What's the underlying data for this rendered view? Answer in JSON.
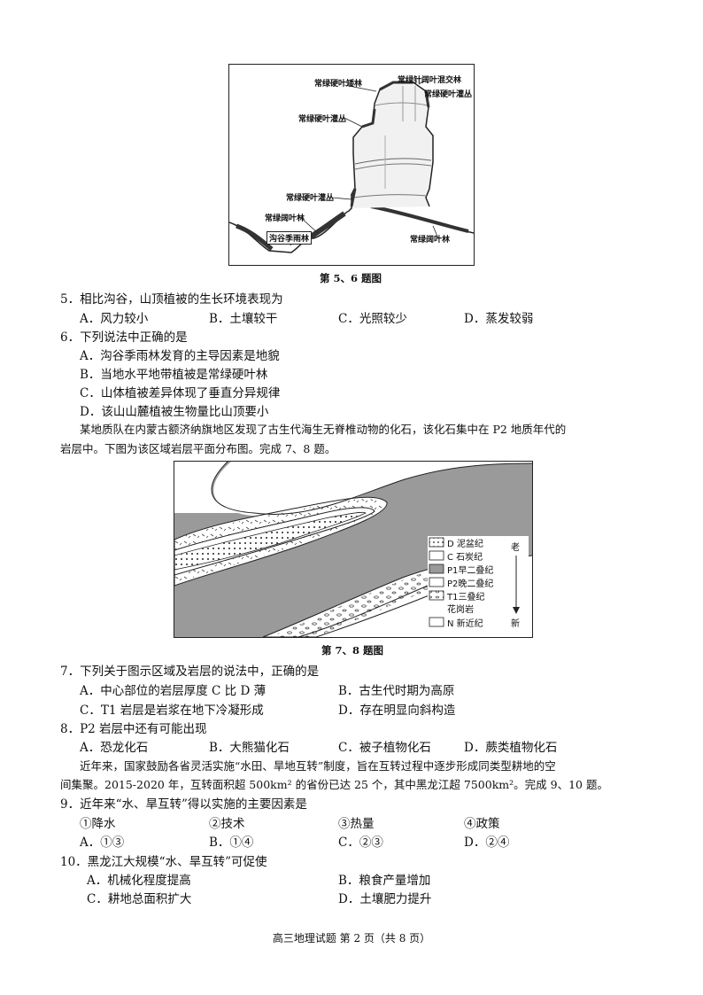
{
  "fig1": {
    "caption": "第 5、6 题图",
    "labels": {
      "top_left": "常绿硬叶矮林",
      "top_right1": "常绿针阔叶混交林",
      "top_right2": "常绿硬叶灌丛",
      "mid_left": "常绿硬叶灌丛",
      "low_left": "常绿硬叶灌丛",
      "low_left2": "常绿阔叶林",
      "valley": "沟谷季雨林",
      "low_right": "常绿阔叶林"
    }
  },
  "q5": {
    "stem": "5．相比沟谷，山顶植被的生长环境表现为",
    "options": [
      "A．风力较小",
      "B．土壤较干",
      "C．光照较少",
      "D．蒸发较弱"
    ]
  },
  "q6": {
    "stem": "6．下列说法中正确的是",
    "options": [
      "A．沟谷季雨林发育的主导因素是地貌",
      "B．当地水平地带植被是常绿硬叶林",
      "C．山体植被差异体现了垂直分异规律",
      "D．该山山麓植被生物量比山顶要小"
    ]
  },
  "passage2": "某地质队在内蒙古额济纳旗地区发现了古生代海生无脊椎动物的化石，该化石集中在P2地质年代的岩层中。下图为该区域岩层平面分布图。完成 7、8 题。",
  "passage2_line1": "某地质队在内蒙古额济纳旗地区发现了古生代海生无脊椎动物的化石，该化石集中在 P2 地质年代的",
  "passage2_line2": "岩层中。下图为该区域岩层平面分布图。完成 7、8 题。",
  "fig2": {
    "caption": "第 7、8 题图",
    "legend": [
      "D 泥盆纪",
      "C 石炭纪",
      "P1早二叠纪",
      "P2晚二叠纪",
      "T1三叠纪",
      "花岗岩",
      "N 新近纪"
    ],
    "old": "老",
    "new": "新"
  },
  "q7": {
    "stem": "7．下列关于图示区域及岩层的说法中，正确的是",
    "options": [
      "A．中心部位的岩层厚度 C 比 D 薄",
      "B．古生代时期为高原",
      "C．T1 岩层是岩浆在地下冷凝形成",
      "D．存在明显向斜构造"
    ]
  },
  "q8": {
    "stem": "8．P2 岩层中还有可能出现",
    "options": [
      "A．恐龙化石",
      "B．大熊猫化石",
      "C．被子植物化石",
      "D．蕨类植物化石"
    ]
  },
  "passage3_line1": "近年来，国家鼓励各省灵活实施“水田、旱地互转”制度，旨在互转过程中逐步形成同类型耕地的空",
  "passage3_line2": "间集聚。2015-2020 年，互转面积超 500km² 的省份已达 25 个，其中黑龙江超 7500km²。完成 9、10 题。",
  "q9": {
    "stem": "9．近年来“水、旱互转”得以实施的主要因素是",
    "factors": [
      "①降水",
      "②技术",
      "③热量",
      "④政策"
    ],
    "options": [
      "A．①③",
      "B．①④",
      "C．②③",
      "D．②④"
    ]
  },
  "q10": {
    "stem": "10．黑龙江大规模“水、旱互转”可促使",
    "options": [
      "A．机械化程度提高",
      "B．粮食产量增加",
      "C．耕地总面积扩大",
      "D．土壤肥力提升"
    ]
  },
  "footer": "高三地理试题 第 2 页（共 8 页）"
}
